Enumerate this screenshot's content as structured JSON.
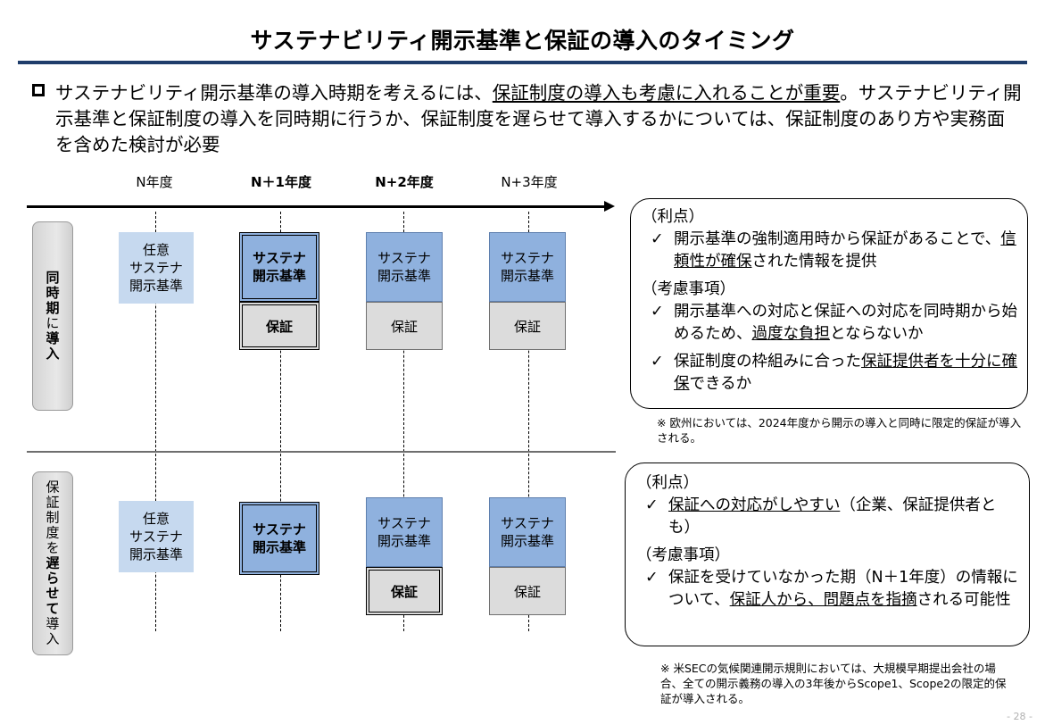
{
  "title": "サステナビリティ開示基準と保証の導入のタイミング",
  "intro": {
    "part1": "サステナビリティ開示基準の導入時期を考えるには、",
    "underlined": "保証制度の導入も考慮に入れることが重要",
    "part2": "。サステナビリティ開示基準と保証制度の導入を同時期に行うか、保証制度を遅らせて導入するかについては、保証制度のあり方や実務面を含めた検討が必要"
  },
  "years": [
    "N年度",
    "N＋1年度",
    "N+2年度",
    "N+3年度"
  ],
  "row1": {
    "label": "同時期に導入",
    "optional_line1": "任意",
    "optional_line2": "サステナ",
    "optional_line3": "開示基準",
    "std_line1": "サステナ",
    "std_line2": "開示基準",
    "assurance": "保証"
  },
  "row2": {
    "label": "保証制度を遅らせて導入",
    "optional_line1": "任意",
    "optional_line2": "サステナ",
    "optional_line3": "開示基準",
    "std_line1": "サステナ",
    "std_line2": "開示基準",
    "assurance": "保証"
  },
  "panel1": {
    "merit_heading": "（利点）",
    "merit_a": "開示基準の強制適用時から保証があることで、",
    "merit_u": "信頼性が確保",
    "merit_b": "された情報を提供",
    "consider_heading": "（考慮事項）",
    "c1_a": "開示基準への対応と保証への対応を同時期から始めるため、",
    "c1_u": "過度な負担",
    "c1_b": "とならないか",
    "c2_a": "保証制度の枠組みに合った",
    "c2_u": "保証提供者を十分に確保",
    "c2_b": "できるか",
    "note": "※ 欧州においては、2024年度から開示の導入と同時に限定的保証が導入される。"
  },
  "panel2": {
    "merit_heading": "（利点）",
    "merit_u": "保証への対応がしやすい",
    "merit_b": "（企業、保証提供者とも）",
    "consider_heading": "（考慮事項）",
    "c1_a": "保証を受けていなかった期（N＋1年度）の情報について、",
    "c1_u": "保証人から、問題点を指摘",
    "c1_b": "される可能性",
    "note": "※ 米SECの気候関連開示規則においては、大規模早期提出会社の場合、全ての開示義務の導入の3年後からScope1、Scope2の限定的保証が導入される。"
  },
  "check": "✓",
  "page_number": "- 28 -"
}
